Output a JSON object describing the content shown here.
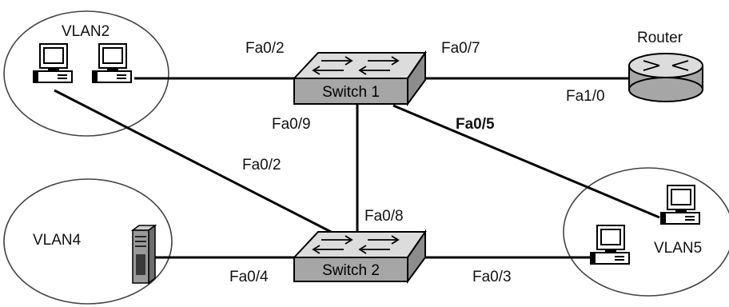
{
  "vlans": {
    "vlan2": "VLAN2",
    "vlan4": "VLAN4",
    "vlan5": "VLAN5"
  },
  "devices": {
    "switch1": "Switch 1",
    "switch2": "Switch 2",
    "router": "Router"
  },
  "ports": {
    "sw1_fa0_2": "Fa0/2",
    "sw1_fa0_7": "Fa0/7",
    "router_fa1_0": "Fa1/0",
    "sw1_fa0_9": "Fa0/9",
    "sw1_fa0_5": "Fa0/5",
    "sw2_fa0_2": "Fa0/2",
    "sw2_fa0_8": "Fa0/8",
    "sw2_fa0_4": "Fa0/4",
    "sw2_fa0_3": "Fa0/3"
  },
  "icons": {
    "switch": "switch-icon",
    "router": "router-icon",
    "pc": "pc-icon",
    "server": "server-icon"
  },
  "colors": {
    "line": "#000000",
    "device_fill": "#a9a9a9",
    "device_top": "#d9d9d9"
  }
}
